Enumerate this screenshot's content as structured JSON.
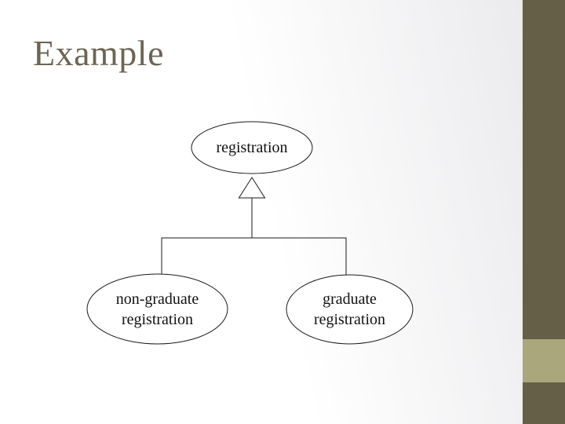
{
  "title": "Example",
  "diagram": {
    "parent_node": {
      "label": "registration"
    },
    "relationship_icon": "generalization-triangle-icon",
    "child_nodes": [
      {
        "lines": [
          "non-graduate",
          "registration"
        ]
      },
      {
        "lines": [
          "graduate",
          "registration"
        ]
      }
    ]
  },
  "colors": {
    "title_text": "#6B6553",
    "sidebar": "#665F48",
    "sidebar_accent": "#AAA77C",
    "background_tint": "#E8E8EB",
    "diagram_stroke": "#1A1A1A",
    "node_text": "#111111"
  }
}
